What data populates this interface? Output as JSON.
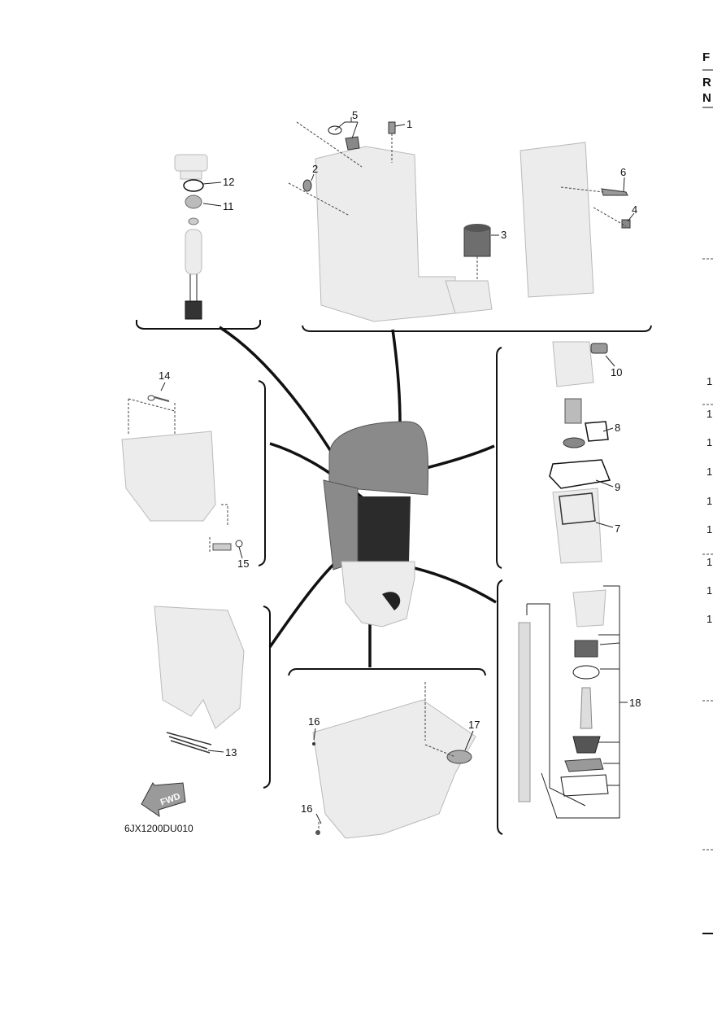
{
  "figure_code": "6JX1200DU010",
  "fwd_arrow_label": "FWD",
  "edge_letters": {
    "line1": "F",
    "line2": "R",
    "line3": "N"
  },
  "edge_numbers": [
    "1",
    "1",
    "1",
    "1",
    "1",
    "1",
    "1",
    "1",
    "1"
  ],
  "callouts": {
    "c1": "1",
    "c2": "2",
    "c3": "3",
    "c4": "4",
    "c5": "5",
    "c6": "6",
    "c7": "7",
    "c8": "8",
    "c9": "9",
    "c10": "10",
    "c11": "11",
    "c12": "12",
    "c13": "13",
    "c14": "14",
    "c15": "15",
    "c16a": "16",
    "c16b": "16",
    "c17": "17",
    "c18": "18"
  },
  "colors": {
    "outline": "#111111",
    "part_fill": "#ececec",
    "engine_fill": "#9a9a9a"
  }
}
